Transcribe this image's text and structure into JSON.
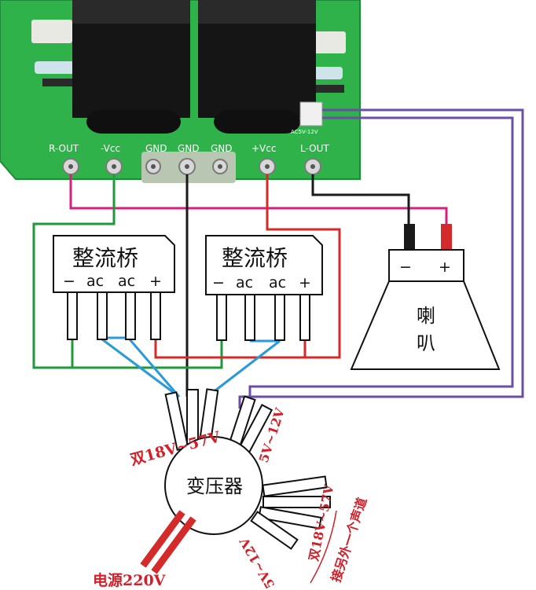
{
  "pcb": {
    "labels": [
      "R-OUT",
      "-Vcc",
      "GND",
      "GND",
      "GND",
      "+Vcc",
      "L-OUT"
    ],
    "ac_label": "AC5V-12V"
  },
  "bridge_left": {
    "title": "整流桥",
    "pins": [
      "−",
      "ac",
      "ac",
      "+"
    ]
  },
  "bridge_right": {
    "title": "整流桥",
    "pins": [
      "−",
      "ac",
      "ac",
      "+"
    ]
  },
  "speaker": {
    "minus": "−",
    "plus": "+",
    "name_line1": "喇",
    "name_line2": "叭"
  },
  "transformer": {
    "name": "变压器",
    "label_dual": "双18V~57V",
    "label_5v_top": "5V~12V",
    "label_dual_right": "双18V~57V",
    "label_5v_bottom": "5V~12V",
    "note": "接另外一个声道"
  },
  "power": {
    "label": "电源220V"
  },
  "colors": {
    "pcb_green": "#2fb24a",
    "wire_black": "#1a1a1a",
    "wire_red": "#d42a2a",
    "wire_magenta": "#d6207c",
    "wire_green": "#1f9a3a",
    "wire_blue": "#2a9ad8",
    "wire_purple": "#6b4fa6",
    "text_red": "#d0202a"
  }
}
